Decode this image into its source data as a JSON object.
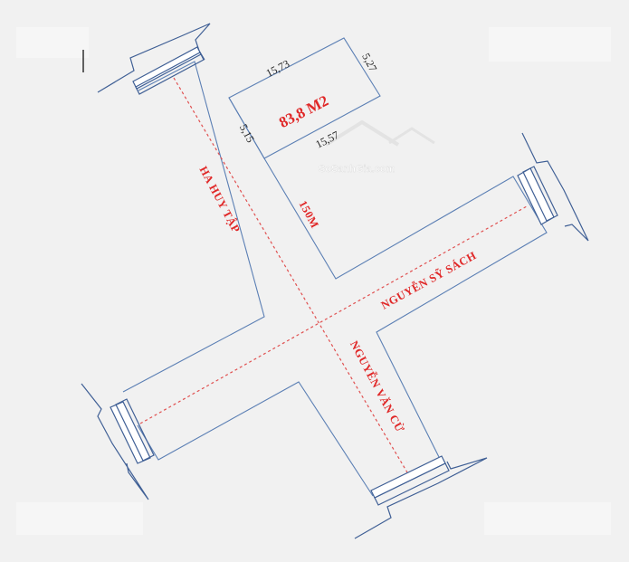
{
  "streets": {
    "ha_huy_tap": "HA HUY TẬP",
    "nguyen_sy_sach": "NGUYỄN SỸ SÁCH",
    "nguyen_van_cu": "NGUYỄN VĂN CỪ"
  },
  "road_length": "150M",
  "lot": {
    "area": "83,8 M2",
    "top_side": "15,73",
    "bottom_side": "15,57",
    "right_side": "5,27",
    "left_side": "5,15"
  },
  "watermark": "SoSanhGia.com",
  "colors": {
    "line": "#5b7fb4",
    "text_red": "#e02828",
    "background": "#f1f1f1"
  }
}
